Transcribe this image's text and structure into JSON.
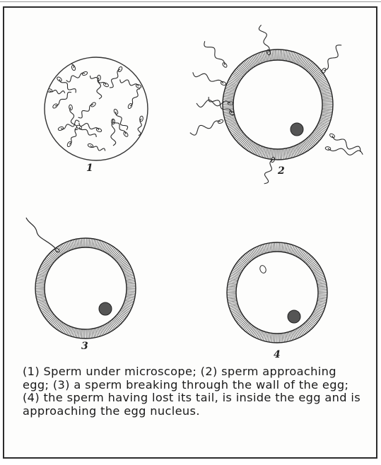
{
  "figure": {
    "panels": [
      {
        "label": "1"
      },
      {
        "label": "2"
      },
      {
        "label": "3"
      },
      {
        "label": "4"
      }
    ]
  },
  "caption": "(1) Sperm under microscope; (2) sperm approaching egg; (3) a sperm breaking through the wall of the egg; (4) the sperm having lost its tail, is inside the egg and is approaching the egg nucleus.",
  "colors": {
    "ink": "#2a2a2a",
    "paper": "#fdfdfc",
    "border": "#2b2b2b"
  }
}
